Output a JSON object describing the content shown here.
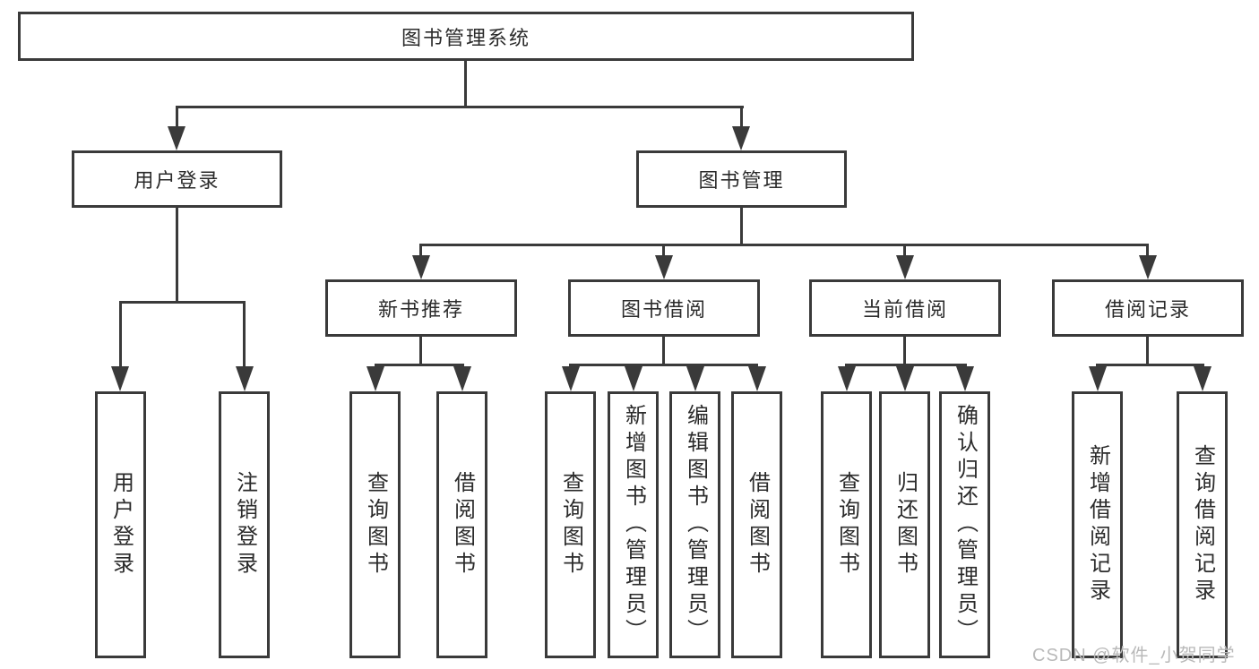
{
  "tree": {
    "root": {
      "label": "图书管理系统"
    },
    "children": [
      {
        "label": "用户登录",
        "children": [
          {
            "label": "用户登录"
          },
          {
            "label": "注销登录"
          }
        ]
      },
      {
        "label": "图书管理",
        "children": [
          {
            "label": "新书推荐",
            "children": [
              {
                "label": "查询图书"
              },
              {
                "label": "借阅图书"
              }
            ]
          },
          {
            "label": "图书借阅",
            "children": [
              {
                "label": "查询图书"
              },
              {
                "label": "新增图书（管理员）"
              },
              {
                "label": "编辑图书（管理员）"
              },
              {
                "label": "借阅图书"
              }
            ]
          },
          {
            "label": "当前借阅",
            "children": [
              {
                "label": "查询图书"
              },
              {
                "label": "归还图书"
              },
              {
                "label": "确认归还（管理员）"
              }
            ]
          },
          {
            "label": "借阅记录",
            "children": [
              {
                "label": "新增借阅记录"
              },
              {
                "label": "查询借阅记录"
              }
            ]
          }
        ]
      }
    ]
  },
  "watermark": {
    "text": "CSDN @软件_小贺同学"
  },
  "colors": {
    "line": "#3a3a3a",
    "text": "#2b2b2b",
    "background": "#ffffff",
    "watermark": "#b9b9b9"
  }
}
